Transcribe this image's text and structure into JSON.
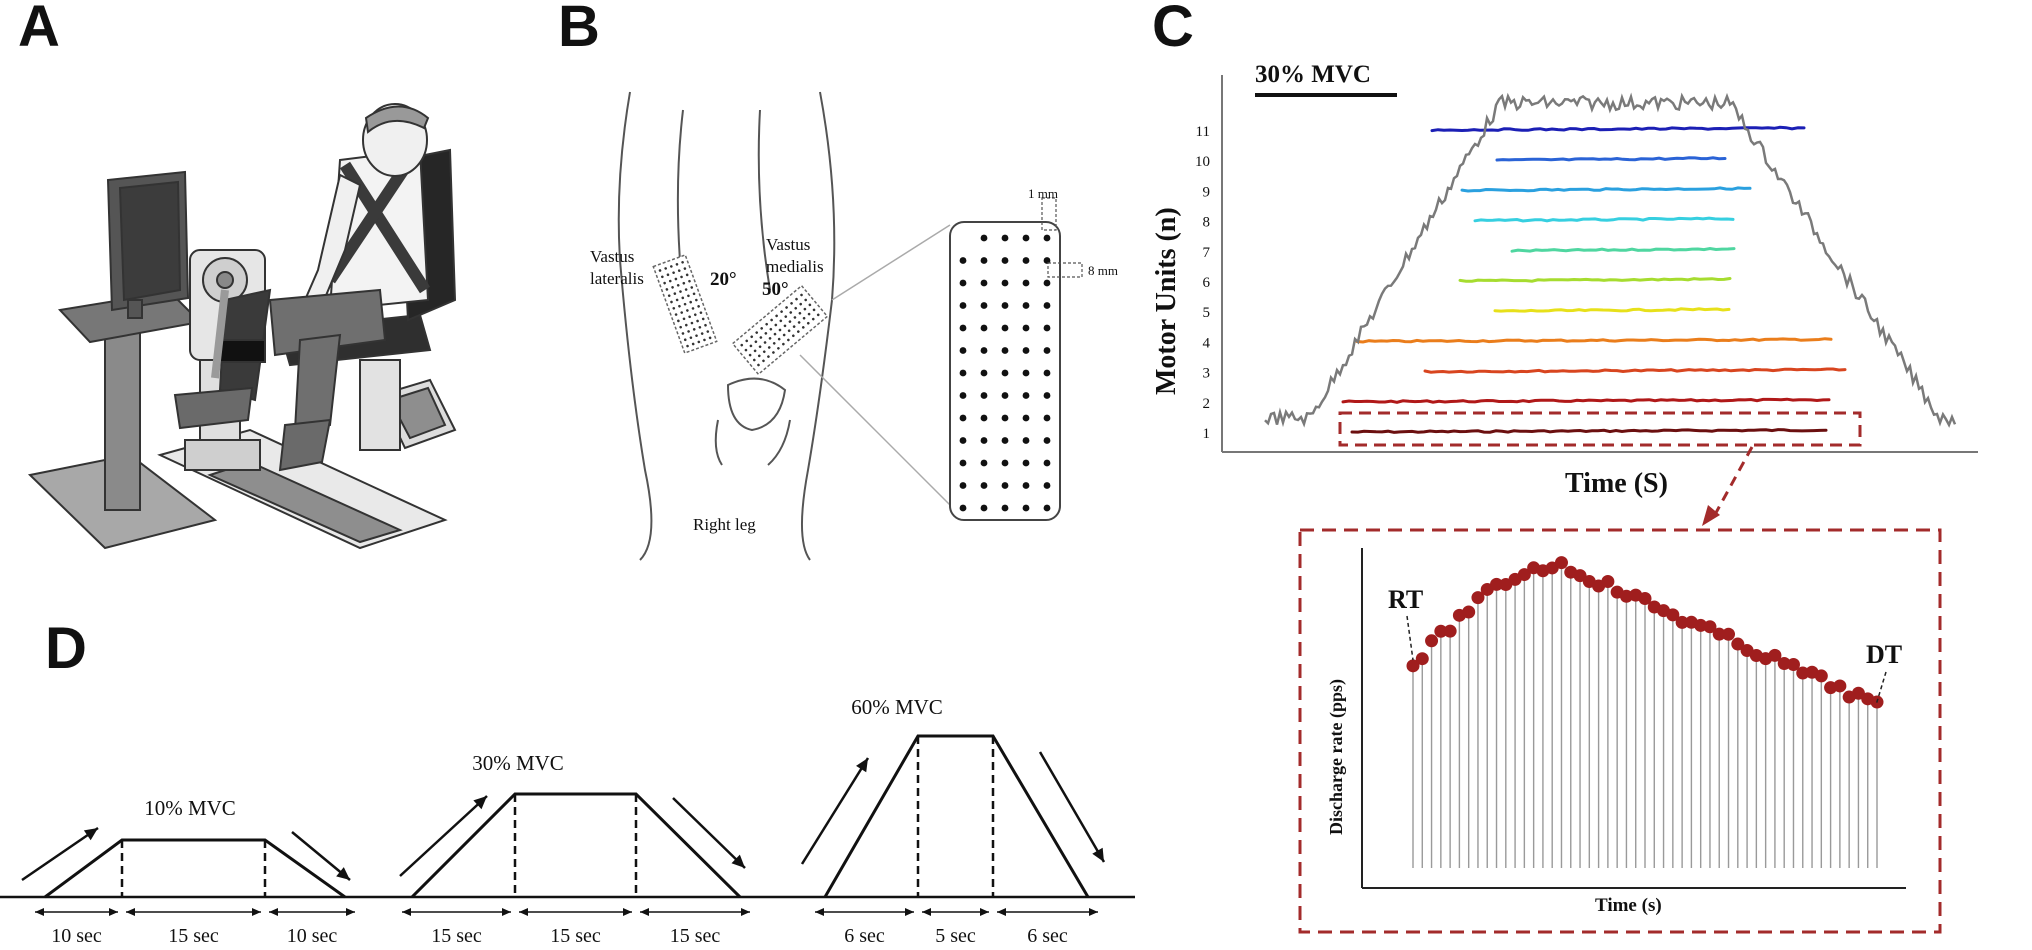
{
  "panels": {
    "A": {
      "letter": "A"
    },
    "B": {
      "letter": "B",
      "vastus_lateralis_line1": "Vastus",
      "vastus_lateralis_line2": "lateralis",
      "vastus_medialis_line1": "Vastus",
      "vastus_medialis_line2": "medialis",
      "angle_lateral": "20°",
      "angle_medial": "50°",
      "spacing_small": "1 mm",
      "spacing_large": "8 mm",
      "leg_label": "Right leg"
    },
    "C": {
      "letter": "C",
      "condition": "30% MVC",
      "ylabel": "Motor Units (n)",
      "xlabel": "Time (S)",
      "inset": {
        "ylabel": "Discharge rate (pps)",
        "xlabel": "Time (s)",
        "rt_label": "RT",
        "dt_label": "DT"
      }
    },
    "D": {
      "letter": "D",
      "protocols": [
        {
          "label": "10% MVC",
          "ramp_up": "10 sec",
          "hold": "15 sec",
          "ramp_down": "10 sec"
        },
        {
          "label": "30% MVC",
          "ramp_up": "15 sec",
          "hold": "15 sec",
          "ramp_down": "15 sec"
        },
        {
          "label": "60% MVC",
          "ramp_up": "6 sec",
          "hold": "5 sec",
          "ramp_down": "6 sec"
        }
      ]
    }
  },
  "colors": {
    "force_trace": "#7a7a7a",
    "inset_box": "#a32b2b",
    "dots": "#a01e1e",
    "mu_colors": [
      "#6b0f0f",
      "#b01818",
      "#d8451f",
      "#ea7d1b",
      "#e7e01a",
      "#a6dc2f",
      "#4fd6a0",
      "#36cfe0",
      "#2aa0df",
      "#2a63d6",
      "#1b1fb5"
    ]
  },
  "chart_data": {
    "type": "line",
    "motor_unit_tick_labels": [
      "1",
      "2",
      "3",
      "4",
      "5",
      "6",
      "7",
      "8",
      "9",
      "10",
      "11"
    ],
    "motor_units": [
      {
        "unit": 1,
        "color": "#6b0f0f"
      },
      {
        "unit": 2,
        "color": "#b01818"
      },
      {
        "unit": 3,
        "color": "#d8451f"
      },
      {
        "unit": 4,
        "color": "#ea7d1b"
      },
      {
        "unit": 5,
        "color": "#e7e01a"
      },
      {
        "unit": 6,
        "color": "#a6dc2f"
      },
      {
        "unit": 7,
        "color": "#4fd6a0"
      },
      {
        "unit": 8,
        "color": "#36cfe0"
      },
      {
        "unit": 9,
        "color": "#2aa0df"
      },
      {
        "unit": 10,
        "color": "#2a63d6"
      },
      {
        "unit": 11,
        "color": "#1b1fb5"
      }
    ]
  }
}
